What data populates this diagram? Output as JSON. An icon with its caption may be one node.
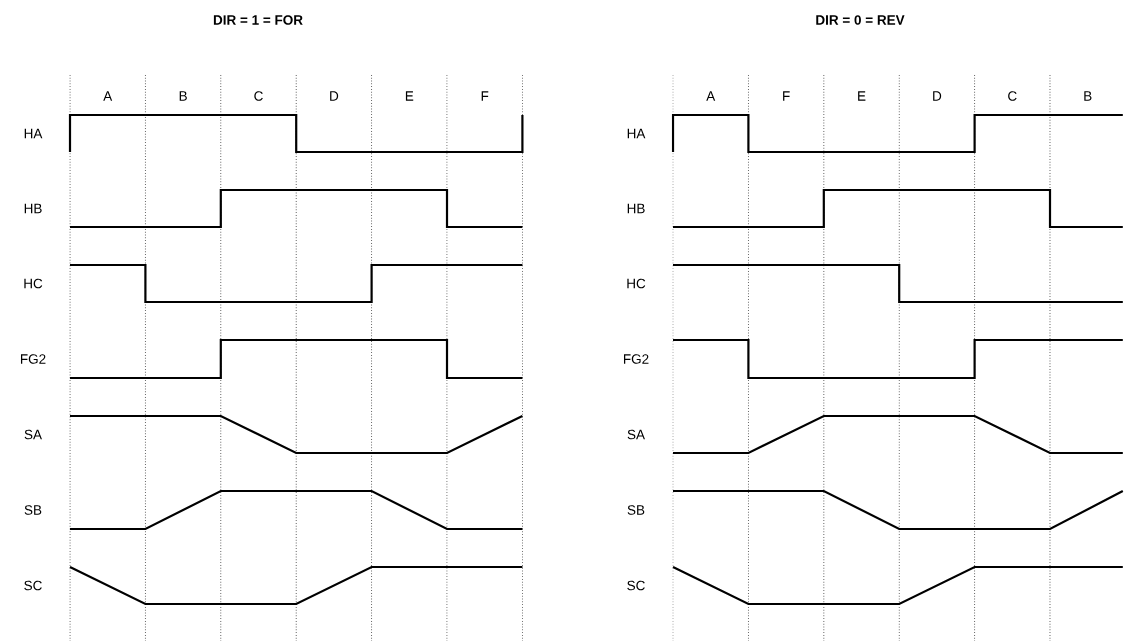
{
  "diagram": {
    "labels": [
      "DIR = 1 = FOR",
      "DIR = 0 = REV",
      "A",
      "B",
      "C",
      "D",
      "E",
      "F",
      "A",
      "F",
      "E",
      "D",
      "C",
      "B",
      "HA",
      "HA",
      "HB",
      "HB",
      "HC",
      "HC",
      "FG2",
      "FG2",
      "SA",
      "SA",
      "SB",
      "SB",
      "SC",
      "SC"
    ]
  }
}
